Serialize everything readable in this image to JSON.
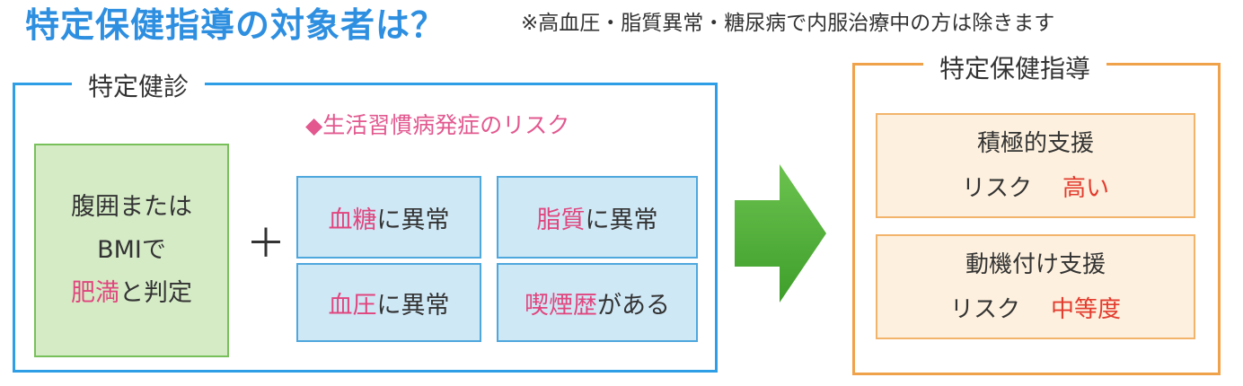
{
  "title": "特定保健指導の対象者は？",
  "note": "※高血圧・脂質異常・糖尿病で内服治療中の方は除きます",
  "kenshin": {
    "label": "特定健診",
    "risk_heading": "◆生活習慣病発症のリスク",
    "green_box": {
      "line1": "腹囲または",
      "line2": "BMIで",
      "line3_highlight": "肥満",
      "line3_rest": "と判定"
    },
    "plus": "＋",
    "risks": [
      {
        "highlight": "血糖",
        "rest": "に異常"
      },
      {
        "highlight": "脂質",
        "rest": "に異常"
      },
      {
        "highlight": "血圧",
        "rest": "に異常"
      },
      {
        "highlight": "喫煙歴",
        "rest": "がある"
      }
    ]
  },
  "shidou": {
    "label": "特定保健指導",
    "supports": [
      {
        "name": "積極的支援",
        "risk_label": "リスク",
        "risk_level": "高い"
      },
      {
        "name": "動機付け支援",
        "risk_label": "リスク",
        "risk_level": "中等度"
      }
    ]
  },
  "colors": {
    "title": "#2e8fe0",
    "frame_blue": "#2e9fe6",
    "frame_orange": "#f0a24a",
    "green_fill": "#d5ebc6",
    "blue_fill": "#cfe8f6",
    "orange_fill": "#fdf0de",
    "pink_text": "#e0467e",
    "red_text": "#e33b2e",
    "arrow": "#4cb034"
  }
}
